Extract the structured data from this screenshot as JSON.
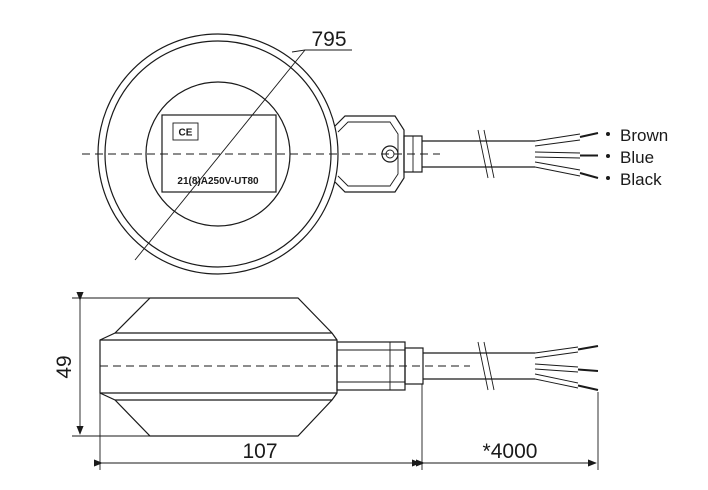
{
  "top_view": {
    "diameter_label": "795",
    "ce_mark": "CE",
    "rating_text": "21(8)A250V-UT80",
    "wires": [
      {
        "label": "Brown"
      },
      {
        "label": "Blue"
      },
      {
        "label": "Black"
      }
    ]
  },
  "side_view": {
    "height_label": "49",
    "length_label": "107",
    "cable_length_label": "*4000"
  }
}
